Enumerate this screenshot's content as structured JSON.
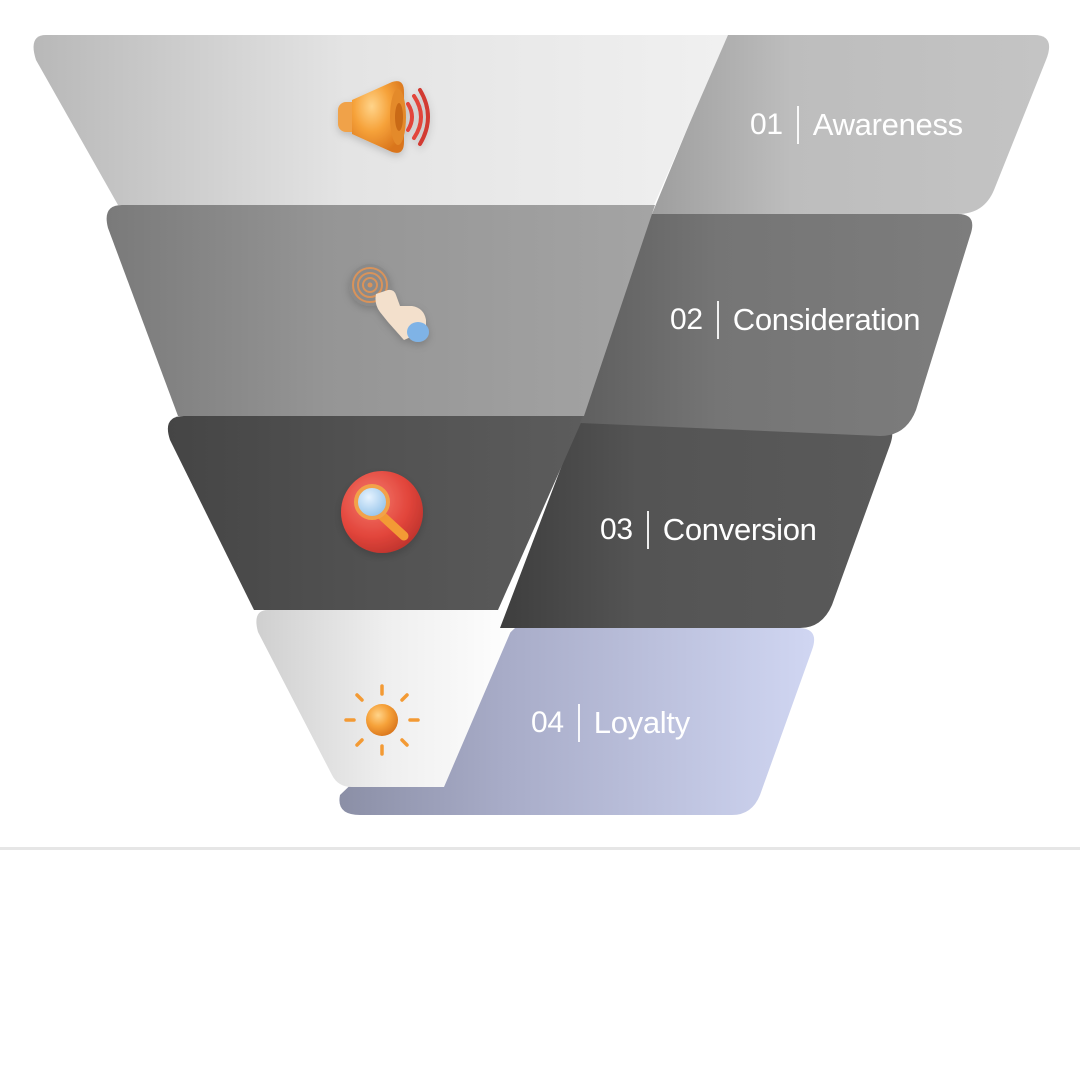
{
  "funnel": {
    "stages": [
      {
        "number": "01",
        "label": "Awareness",
        "icon": "megaphone-icon"
      },
      {
        "number": "02",
        "label": "Consideration",
        "icon": "touch-fingerprint-icon"
      },
      {
        "number": "03",
        "label": "Conversion",
        "icon": "magnifier-icon"
      },
      {
        "number": "04",
        "label": "Loyalty",
        "icon": "sun-icon"
      }
    ],
    "colors": {
      "stage1": "#bdbdbd",
      "stage2": "#7a7a7a",
      "stage3": "#585858",
      "stage4": "#cdd3f0",
      "icon_orange": "#f39a34",
      "icon_red": "#e2453b",
      "icon_blue": "#9cc8ea"
    }
  }
}
